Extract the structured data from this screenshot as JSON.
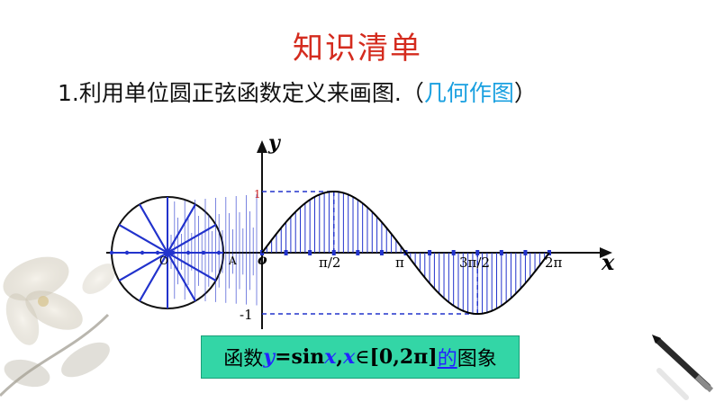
{
  "title": "知识清单",
  "statement": {
    "prefix": "1.",
    "text": "利用单位圆正弦函数定义来画图.",
    "paren_open": "（",
    "highlight": "几何作图",
    "paren_close": "）"
  },
  "graph": {
    "y_axis_label": "y",
    "x_axis_label": "x",
    "origin_label": "o",
    "circle_origin_label": "O",
    "circle_point_label": "A",
    "y_tick_top": "1",
    "y_tick_bottom": "-1",
    "x_ticks": [
      "π/2",
      "π",
      "3π/2",
      "2π"
    ],
    "curve_color": "#000000",
    "line_color": "#2233cc",
    "dash_color": "#2233cc"
  },
  "caption": {
    "part1": "函数",
    "var_y": "y",
    "eq": "=sin",
    "var_x": "x",
    "comma": ", ",
    "var_x2": "x",
    "in": "∈",
    "interval": "[0,2π]",
    "de": "的",
    "tail": "图象"
  },
  "colors": {
    "title": "#d42b1e",
    "highlight": "#1aa0e0",
    "caption_bg": "#33d6a6"
  }
}
